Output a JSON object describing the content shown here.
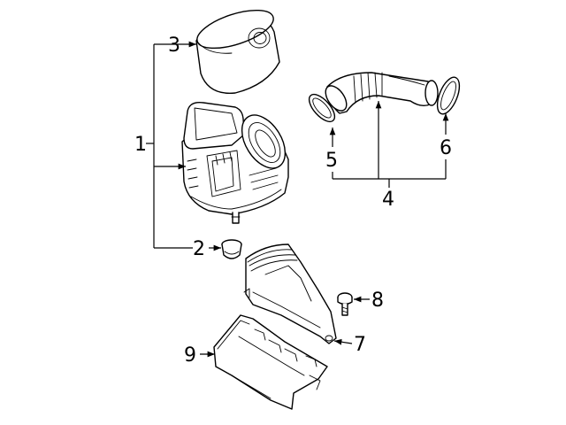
{
  "diagram": {
    "callouts": {
      "c1": "1",
      "c2": "2",
      "c3": "3",
      "c4": "4",
      "c5": "5",
      "c6": "6",
      "c7": "7",
      "c8": "8",
      "c9": "9"
    },
    "line_color": "#000000",
    "background_color": "#ffffff"
  }
}
